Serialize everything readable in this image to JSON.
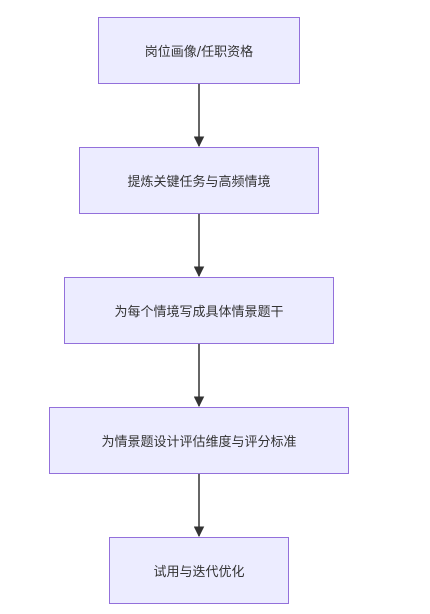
{
  "flowchart": {
    "nodes": [
      {
        "id": "n1",
        "label": "岗位画像/任职资格"
      },
      {
        "id": "n2",
        "label": "提炼关键任务与高频情境"
      },
      {
        "id": "n3",
        "label": "为每个情境写成具体情景题干"
      },
      {
        "id": "n4",
        "label": "为情景题设计评估维度与评分标准"
      },
      {
        "id": "n5",
        "label": "试用与迭代优化"
      }
    ],
    "edges": [
      {
        "from": "n1",
        "to": "n2"
      },
      {
        "from": "n2",
        "to": "n3"
      },
      {
        "from": "n3",
        "to": "n4"
      },
      {
        "from": "n4",
        "to": "n5"
      }
    ]
  },
  "colors": {
    "node_fill": "#ececff",
    "node_border": "#9370db",
    "edge": "#333333",
    "text": "#333333"
  }
}
